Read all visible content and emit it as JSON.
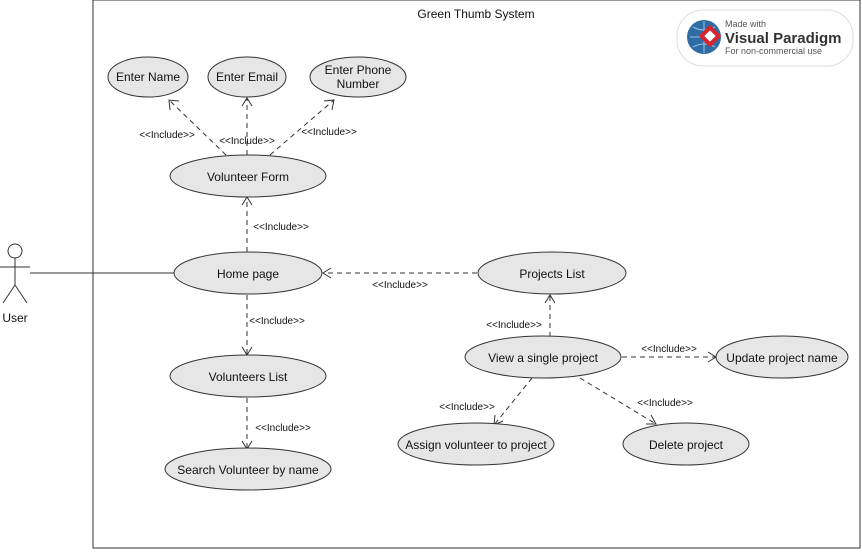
{
  "system": {
    "title": "Green Thumb System"
  },
  "actor": {
    "name": "User"
  },
  "watermark": {
    "made_with": "Made with",
    "brand": "Visual Paradigm",
    "note": "For non-commercial use",
    "colors": {
      "red": "#d9232e",
      "blue": "#2e6da4"
    }
  },
  "use_cases": {
    "enter_name": "Enter Name",
    "enter_email": "Enter Email",
    "enter_phone_line1": "Enter Phone",
    "enter_phone_line2": "Number",
    "volunteer_form": "Volunteer Form",
    "home_page": "Home page",
    "projects_list": "Projects List",
    "volunteers_list": "Volunteers List",
    "search_volunteer": "Search Volunteer by name",
    "view_single_project": "View a single project",
    "update_project_name": "Update project name",
    "assign_volunteer": "Assign volunteer to project",
    "delete_project": "Delete project"
  },
  "relations": {
    "include": "<<Include>>"
  }
}
